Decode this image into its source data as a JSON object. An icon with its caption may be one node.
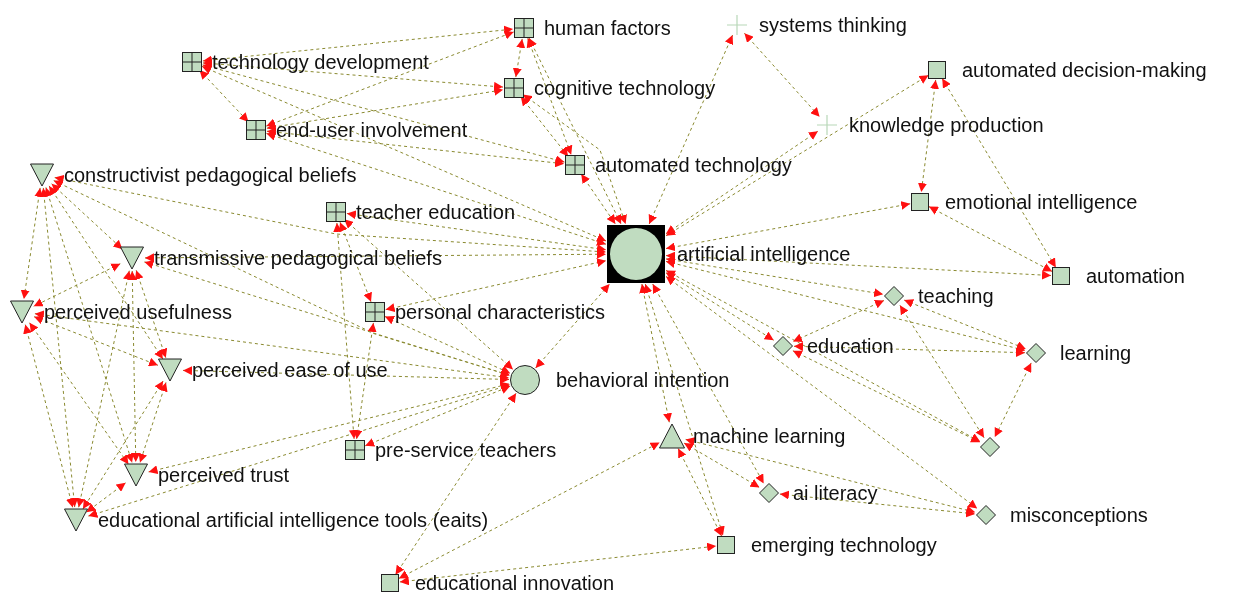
{
  "diagram": {
    "nodes": [
      {
        "text": [],
        "shape": "grid",
        "beside": [
          "human factors"
        ]
      },
      {
        "text": [],
        "shape": "cross",
        "beside": [
          "systems thinking"
        ]
      },
      {
        "text": [],
        "shape": "grid",
        "beside": [
          "technology development"
        ]
      },
      {
        "text": [],
        "shape": "grid",
        "beside": [
          "cognitive technology"
        ]
      },
      {
        "text": [],
        "shape": "box",
        "beside": [
          "automated decision-making"
        ]
      },
      {
        "text": [],
        "shape": "grid",
        "beside": [
          "end-user involvement"
        ]
      },
      {
        "text": [],
        "shape": "cross",
        "beside": [
          "knowledge production"
        ]
      },
      {
        "text": [],
        "shape": "grid",
        "beside": [
          "automated technology"
        ]
      },
      {
        "text": [],
        "shape": "wedge",
        "beside": [
          "constructivist pedagogical beliefs"
        ]
      },
      {
        "text": [],
        "shape": "grid",
        "beside": [
          "teacher education"
        ]
      },
      {
        "text": [],
        "shape": "box",
        "beside": [
          "emotional intelligence"
        ]
      },
      {
        "text": [],
        "shape": "hub",
        "beside": [
          "artificial intelligence"
        ]
      },
      {
        "text": [],
        "shape": "wedge",
        "beside": [
          "transmissive pedagogical beliefs"
        ]
      },
      {
        "text": [],
        "shape": "box",
        "beside": [
          "automation"
        ]
      },
      {
        "text": [],
        "shape": "diamond",
        "beside": [
          "teaching"
        ]
      },
      {
        "text": [],
        "shape": "wedge",
        "beside": [
          "perceived usefulness"
        ]
      },
      {
        "text": [],
        "shape": "grid",
        "beside": [
          "personal characteristics"
        ]
      },
      {
        "text": [],
        "shape": "diamond",
        "beside": [
          "education"
        ]
      },
      {
        "text": [],
        "shape": "diamond",
        "beside": [
          "learning"
        ]
      },
      {
        "text": [],
        "shape": "wedge",
        "beside": [
          "perceived ease of use"
        ]
      },
      {
        "text": [],
        "shape": "circle",
        "beside": [
          "behavioral intention"
        ]
      },
      {
        "text": [],
        "shape": "triangle",
        "beside": [
          "machine learning"
        ]
      },
      {
        "text": [],
        "shape": "grid",
        "beside": [
          "pre-service teachers"
        ]
      },
      {
        "text": [],
        "shape": "diamond"
      },
      {
        "text": [],
        "shape": "wedge",
        "beside": [
          "perceived trust"
        ]
      },
      {
        "text": [],
        "shape": "diamond",
        "beside": [
          "ai literacy"
        ]
      },
      {
        "text": [],
        "shape": "diamond",
        "beside": [
          "misconceptions"
        ]
      },
      {
        "text": [],
        "shape": "wedge",
        "beside": [
          "educational artificial intelligence tools (eaits)"
        ]
      },
      {
        "text": [],
        "shape": "box",
        "beside": [
          "emerging technology"
        ]
      },
      {
        "text": [],
        "shape": "box",
        "beside": [
          "educational innovation"
        ]
      }
    ],
    "edges": [
      {
        "from": 2,
        "to": 0,
        "arrow": "both"
      },
      {
        "from": 5,
        "to": 0,
        "arrow": "both"
      },
      {
        "from": 3,
        "to": 0,
        "arrow": "both"
      },
      {
        "from": 0,
        "to": 7,
        "arrow": "both"
      },
      {
        "from": 0,
        "to": 11,
        "arrow": "both"
      },
      {
        "from": 2,
        "to": 3,
        "arrow": "both"
      },
      {
        "from": 2,
        "to": 5,
        "arrow": "both"
      },
      {
        "from": 2,
        "to": 7,
        "arrow": "both"
      },
      {
        "from": 2,
        "to": 11,
        "arrow": "both"
      },
      {
        "from": 5,
        "to": 3,
        "arrow": "both"
      },
      {
        "from": 3,
        "to": 7,
        "arrow": "both"
      },
      {
        "from": 3,
        "to": 11,
        "arrow": "both"
      },
      {
        "from": 5,
        "to": 7,
        "arrow": "both"
      },
      {
        "from": 5,
        "to": 11,
        "arrow": "both"
      },
      {
        "from": 7,
        "to": 11,
        "arrow": "both"
      },
      {
        "from": 11,
        "to": 1,
        "arrow": "both"
      },
      {
        "from": 1,
        "to": 6,
        "arrow": "both"
      },
      {
        "from": 11,
        "to": 6,
        "arrow": "both"
      },
      {
        "from": 11,
        "to": 4,
        "arrow": "both"
      },
      {
        "from": 4,
        "to": 10,
        "arrow": "both"
      },
      {
        "from": 4,
        "to": 13,
        "arrow": "both"
      },
      {
        "from": 10,
        "to": 13,
        "arrow": "both"
      },
      {
        "from": 11,
        "to": 10,
        "arrow": "both"
      },
      {
        "from": 11,
        "to": 13,
        "arrow": "both"
      },
      {
        "from": 11,
        "to": 14,
        "arrow": "both"
      },
      {
        "from": 11,
        "to": 17,
        "arrow": "both"
      },
      {
        "from": 11,
        "to": 18,
        "arrow": "both"
      },
      {
        "from": 11,
        "to": 23,
        "arrow": "both"
      },
      {
        "from": 11,
        "to": 26,
        "arrow": "both"
      },
      {
        "from": 11,
        "to": 21,
        "arrow": "both"
      },
      {
        "from": 11,
        "to": 25,
        "arrow": "both"
      },
      {
        "from": 11,
        "to": 28,
        "arrow": "both"
      },
      {
        "from": 9,
        "to": 11,
        "arrow": "both"
      },
      {
        "from": 12,
        "to": 11,
        "arrow": "both"
      },
      {
        "from": 8,
        "to": 11,
        "arrow": "both"
      },
      {
        "from": 16,
        "to": 11,
        "arrow": "both"
      },
      {
        "from": 20,
        "to": 11,
        "arrow": "both"
      },
      {
        "from": 14,
        "to": 17,
        "arrow": "both"
      },
      {
        "from": 14,
        "to": 18,
        "arrow": "both"
      },
      {
        "from": 14,
        "to": 23,
        "arrow": "both"
      },
      {
        "from": 17,
        "to": 18,
        "arrow": "both"
      },
      {
        "from": 17,
        "to": 23,
        "arrow": "both"
      },
      {
        "from": 18,
        "to": 23,
        "arrow": "both"
      },
      {
        "from": 21,
        "to": 25,
        "arrow": "both"
      },
      {
        "from": 21,
        "to": 26,
        "arrow": "both"
      },
      {
        "from": 21,
        "to": 28,
        "arrow": "both"
      },
      {
        "from": 29,
        "to": 21,
        "arrow": "both"
      },
      {
        "from": 25,
        "to": 26,
        "arrow": "both"
      },
      {
        "from": 20,
        "to": 29,
        "arrow": "both"
      },
      {
        "from": 29,
        "to": 28,
        "arrow": "both"
      },
      {
        "from": 8,
        "to": 20,
        "arrow": "both"
      },
      {
        "from": 12,
        "to": 20,
        "arrow": "both"
      },
      {
        "from": 15,
        "to": 20,
        "arrow": "both"
      },
      {
        "from": 19,
        "to": 20,
        "arrow": "both"
      },
      {
        "from": 24,
        "to": 20,
        "arrow": "both"
      },
      {
        "from": 27,
        "to": 20,
        "arrow": "both"
      },
      {
        "from": 9,
        "to": 20,
        "arrow": "both"
      },
      {
        "from": 16,
        "to": 20,
        "arrow": "both"
      },
      {
        "from": 22,
        "to": 20,
        "arrow": "both"
      },
      {
        "from": 9,
        "to": 16,
        "arrow": "both"
      },
      {
        "from": 9,
        "to": 22,
        "arrow": "both"
      },
      {
        "from": 16,
        "to": 22,
        "arrow": "both"
      },
      {
        "from": 8,
        "to": 12,
        "arrow": "both"
      },
      {
        "from": 8,
        "to": 15,
        "arrow": "both"
      },
      {
        "from": 8,
        "to": 19,
        "arrow": "both"
      },
      {
        "from": 8,
        "to": 24,
        "arrow": "both"
      },
      {
        "from": 8,
        "to": 27,
        "arrow": "both"
      },
      {
        "from": 12,
        "to": 15,
        "arrow": "both"
      },
      {
        "from": 12,
        "to": 19,
        "arrow": "both"
      },
      {
        "from": 12,
        "to": 24,
        "arrow": "both"
      },
      {
        "from": 12,
        "to": 27,
        "arrow": "both"
      },
      {
        "from": 15,
        "to": 19,
        "arrow": "both"
      },
      {
        "from": 15,
        "to": 24,
        "arrow": "both"
      },
      {
        "from": 15,
        "to": 27,
        "arrow": "both"
      },
      {
        "from": 19,
        "to": 24,
        "arrow": "both"
      },
      {
        "from": 19,
        "to": 27,
        "arrow": "both"
      },
      {
        "from": 24,
        "to": 27,
        "arrow": "both"
      }
    ]
  }
}
